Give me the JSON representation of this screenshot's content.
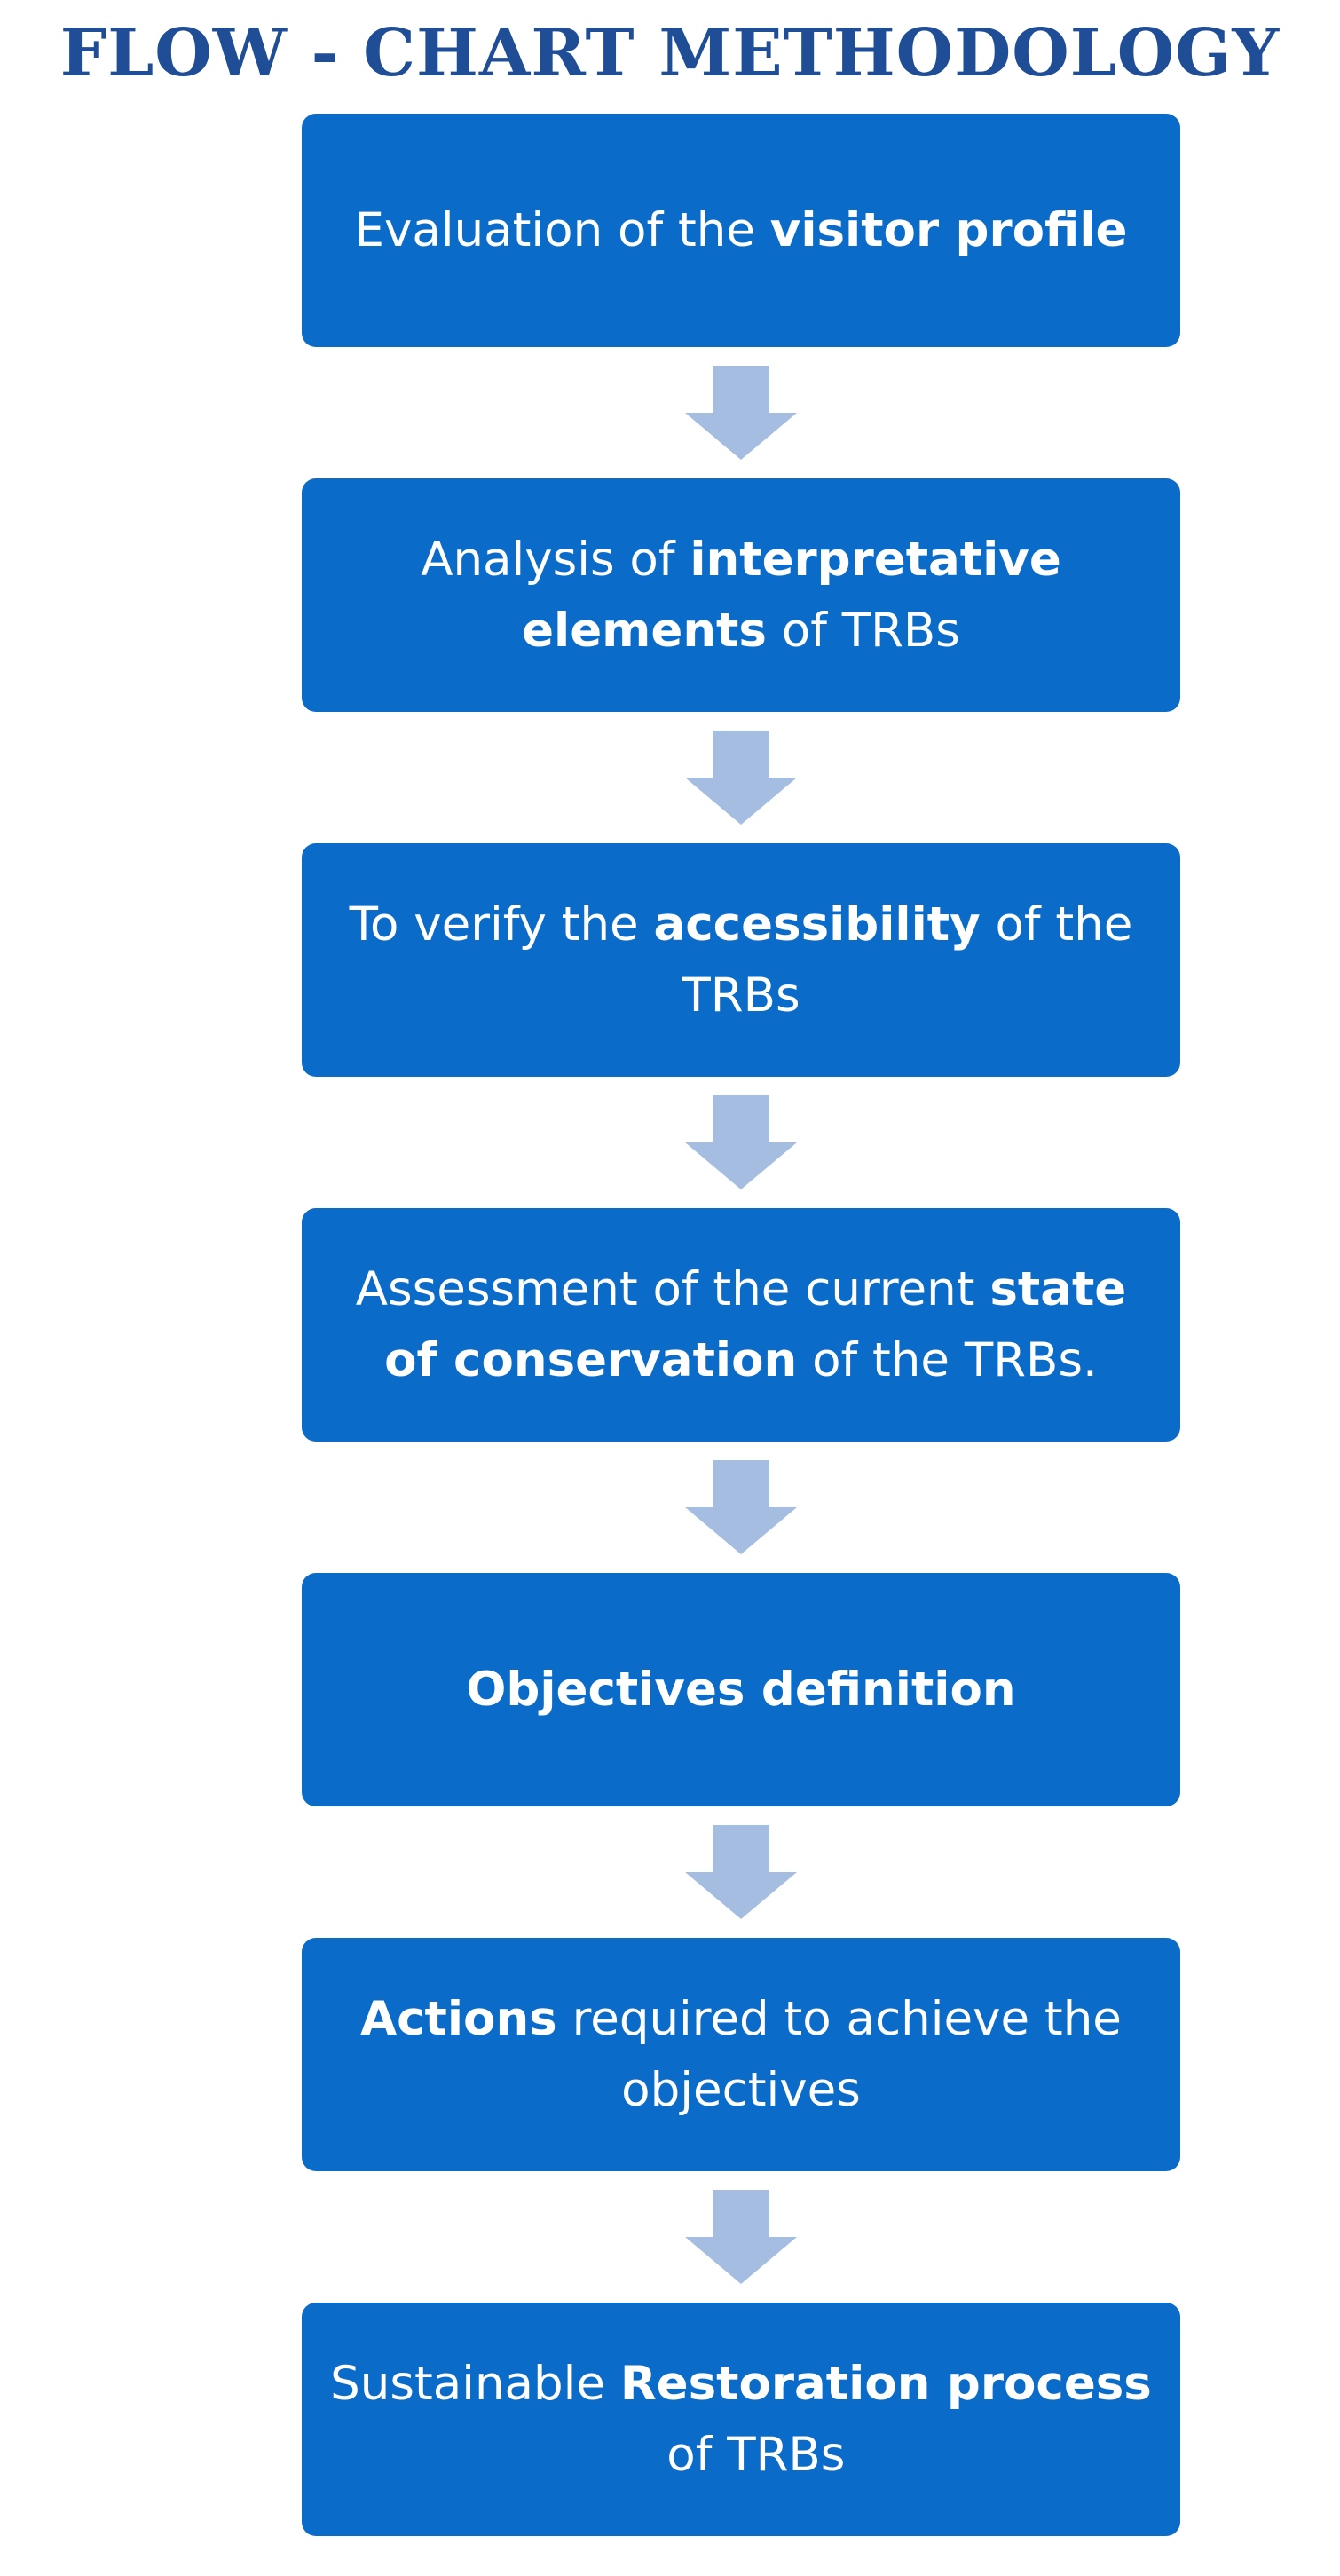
{
  "title": "FLOW - CHART METHODOLOGY",
  "colors": {
    "title": "#1f4e96",
    "box_fill": "#0a6bc9",
    "box_text": "#ffffff",
    "arrow_fill": "#a4bde0"
  },
  "steps": [
    {
      "parts": [
        {
          "text": "Evaluation of the ",
          "bold": false
        },
        {
          "text": "visitor profile",
          "bold": true
        }
      ]
    },
    {
      "parts": [
        {
          "text": "Analysis of ",
          "bold": false
        },
        {
          "text": "interpretative elements",
          "bold": true
        },
        {
          "text": " of TRBs",
          "bold": false
        }
      ]
    },
    {
      "parts": [
        {
          "text": "To verify the ",
          "bold": false
        },
        {
          "text": "accessibility",
          "bold": true
        },
        {
          "text": " of the TRBs",
          "bold": false
        }
      ]
    },
    {
      "parts": [
        {
          "text": "Assessment of the current ",
          "bold": false
        },
        {
          "text": "state of conservation",
          "bold": true
        },
        {
          "text": " of the TRBs.",
          "bold": false
        }
      ]
    },
    {
      "parts": [
        {
          "text": "Objectives definition",
          "bold": true
        }
      ]
    },
    {
      "parts": [
        {
          "text": "Actions",
          "bold": true
        },
        {
          "text": " required to achieve the objectives",
          "bold": false
        }
      ]
    },
    {
      "parts": [
        {
          "text": "Sustainable ",
          "bold": false
        },
        {
          "text": "Restoration process",
          "bold": true
        },
        {
          "text": "  of TRBs",
          "bold": false
        }
      ]
    }
  ],
  "arrow_icon": "down-arrow-icon"
}
